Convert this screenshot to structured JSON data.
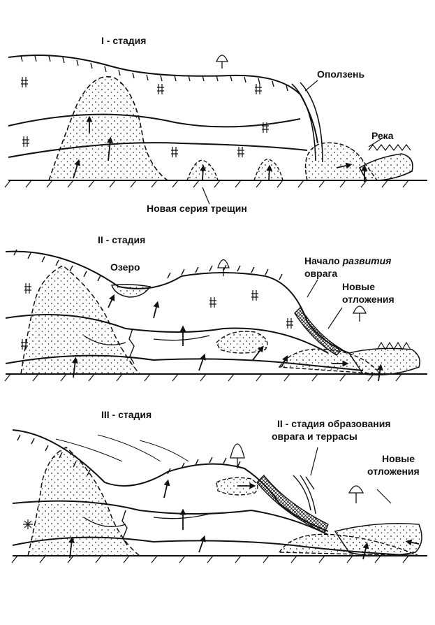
{
  "stage1": {
    "title": "I - стадия",
    "landslide": "Оползень",
    "river": "Река",
    "cracks": "Новая серия трещин"
  },
  "stage2": {
    "title": "II - стадия",
    "lake": "Озеро",
    "ravine_start_line1": "Начало",
    "ravine_start_word": "развития",
    "ravine_start_line2": "оврага",
    "deposits_line1": "Новые",
    "deposits_line2": "отложения"
  },
  "stage3": {
    "title": "III - стадия",
    "terrace_line1": "II - стадия образования",
    "terrace_line2": "оврага и террасы",
    "deposits_line1": "Новые",
    "deposits_line2": "отложения"
  },
  "colors": {
    "ink": "#111111",
    "paper": "#ffffff"
  }
}
